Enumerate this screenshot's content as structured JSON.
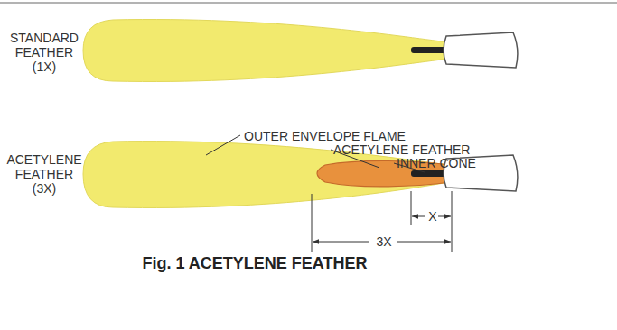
{
  "diagram": {
    "caption": "Fig. 1 ACETYLENE FEATHER",
    "labels": [
      "STANDARD FEATHER (1X)",
      "ACETYLENE FEATHER (3X)",
      "OUTER ENVELOPE FLAME",
      "ACETYLENE FEATHER",
      "INNER CONE",
      "X",
      "3X"
    ]
  }
}
